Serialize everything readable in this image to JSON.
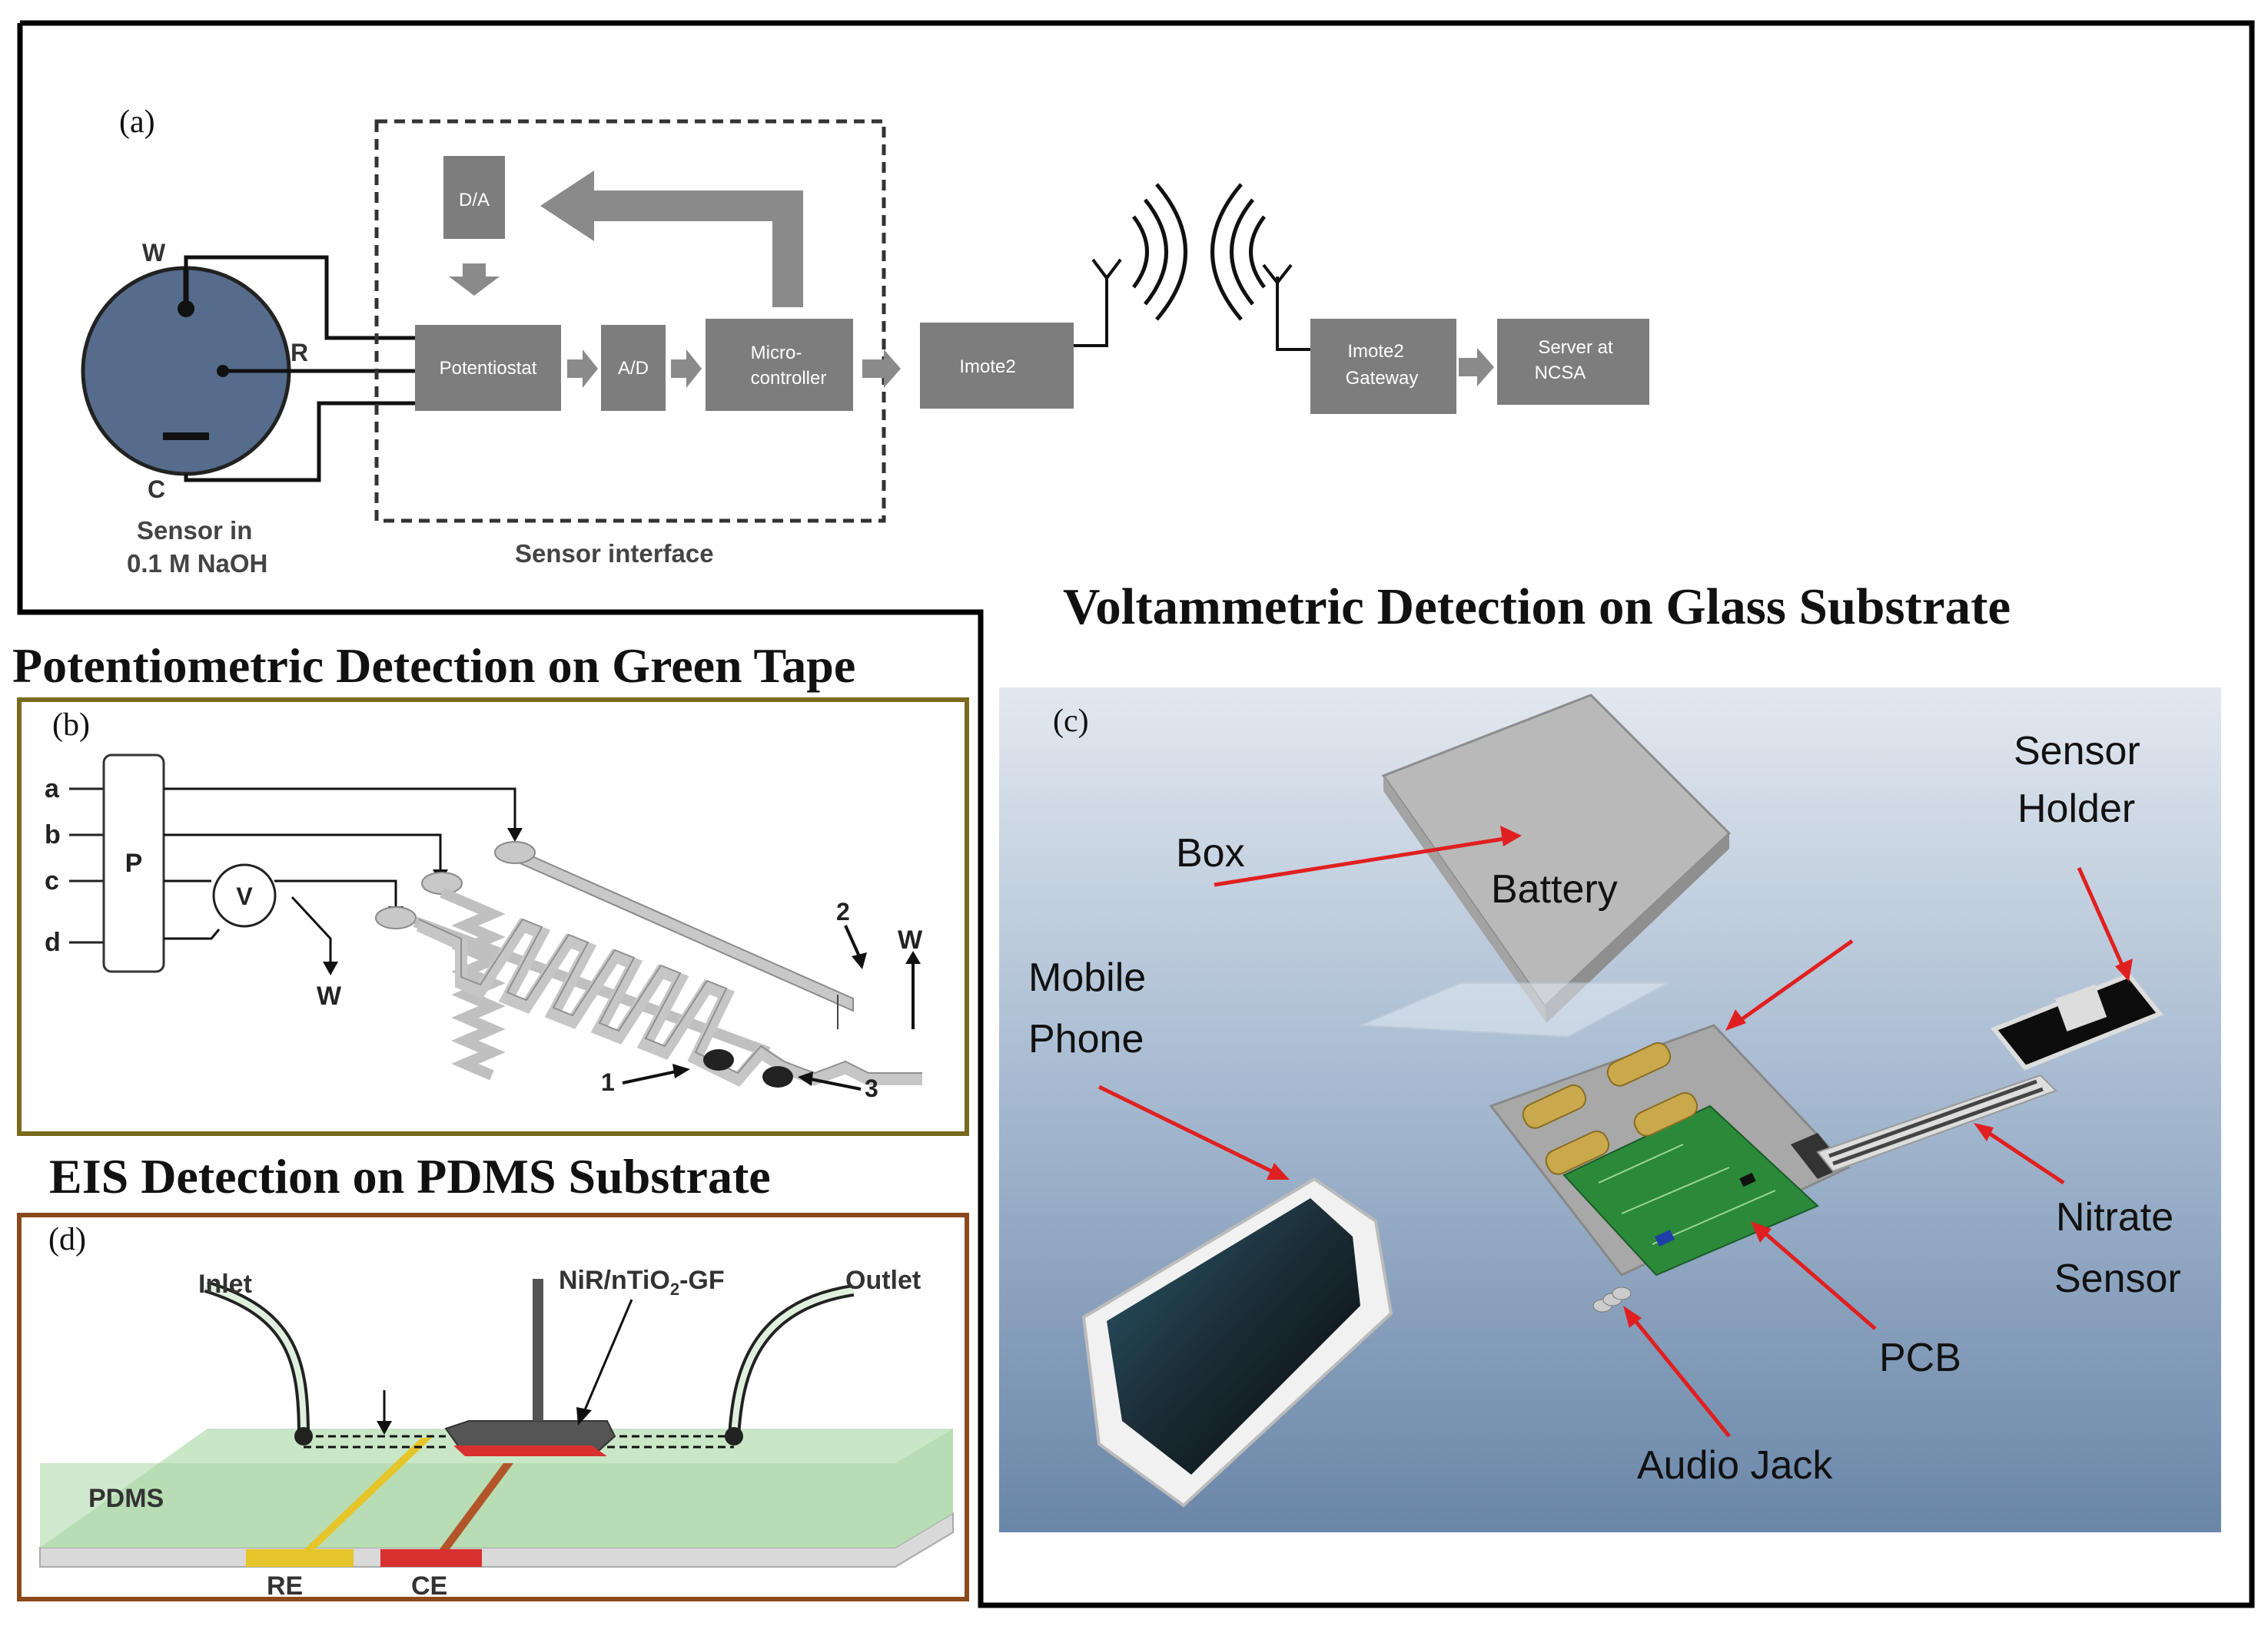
{
  "panel_a": {
    "tag": "(a)",
    "electrode_w": "W",
    "electrode_r": "R",
    "electrode_c": "C",
    "sensor_line1": "Sensor in",
    "sensor_line2": "0.1 M NaOH",
    "da": "D/A",
    "potentiostat": "Potentiostat",
    "ad": "A/D",
    "micro_line1": "Micro-",
    "micro_line2": "controller",
    "imote2": "Imote2",
    "gateway_line1": "Imote2",
    "gateway_line2": "Gateway",
    "server_line1": "Server at",
    "server_line2": "NCSA",
    "interface_label": "Sensor interface"
  },
  "panel_b": {
    "title": "Potentiometric Detection on Green Tape",
    "tag": "(b)",
    "inputs": [
      "a",
      "b",
      "c",
      "d"
    ],
    "p_label": "P",
    "v_label": "V",
    "w_left": "W",
    "w_right": "W",
    "n1": "1",
    "n2": "2",
    "n3": "3"
  },
  "panel_c": {
    "title": "Voltammetric Detection on Glass Substrate",
    "tag": "(c)",
    "box": "Box",
    "battery": "Battery",
    "sensor_holder_line1": "Sensor",
    "sensor_holder_line2": "Holder",
    "mobile_line1": "Mobile",
    "mobile_line2": "Phone",
    "nitrate_line1": "Nitrate",
    "nitrate_line2": "Sensor",
    "pcb": "PCB",
    "audio_jack": "Audio Jack"
  },
  "panel_d": {
    "title": "EIS Detection on PDMS Substrate",
    "tag": "(d)",
    "inlet": "Inlet",
    "outlet": "Outlet",
    "electrode_prefix": "NiR/nTiO",
    "electrode_sub": "2",
    "electrode_suffix": "-GF",
    "pdms": "PDMS",
    "re": "RE",
    "ce": "CE"
  },
  "colors": {
    "frame": "#000000",
    "gray_block": "#777777",
    "sensor_disc": "#566c8c",
    "panel_b_border": "#7a6a1e",
    "panel_d_border": "#8a4a1c",
    "pdms_green": "#b7dcb4",
    "ce_red": "#d8302f",
    "re_yellow": "#e6c52a",
    "arrow_red": "#e02020",
    "photo_bg_top": "#dfe6ee",
    "photo_bg_bottom": "#6a86a8"
  }
}
